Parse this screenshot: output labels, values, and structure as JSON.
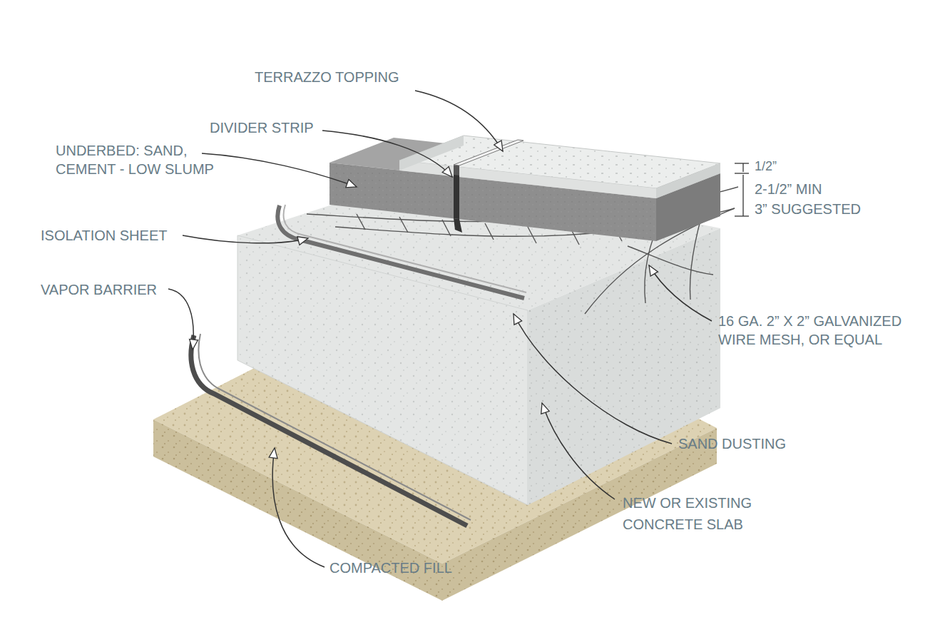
{
  "diagram": {
    "labels": [
      "TERRAZZO TOPPING",
      "DIVIDER STRIP",
      "UNDERBED: SAND, CEMENT - LOW SLUMP",
      "ISOLATION SHEET",
      "1/2”",
      "2-1/2” MIN",
      "3” SUGGESTED",
      "VAPOR BARRIER",
      "16 GA. 2” X 2” GALVANIZED WIRE MESH, OR EQUAL",
      "SAND DUSTING",
      "NEW OR EXISTING CONCRETE SLAB",
      "COMPACTED FILL"
    ]
  }
}
